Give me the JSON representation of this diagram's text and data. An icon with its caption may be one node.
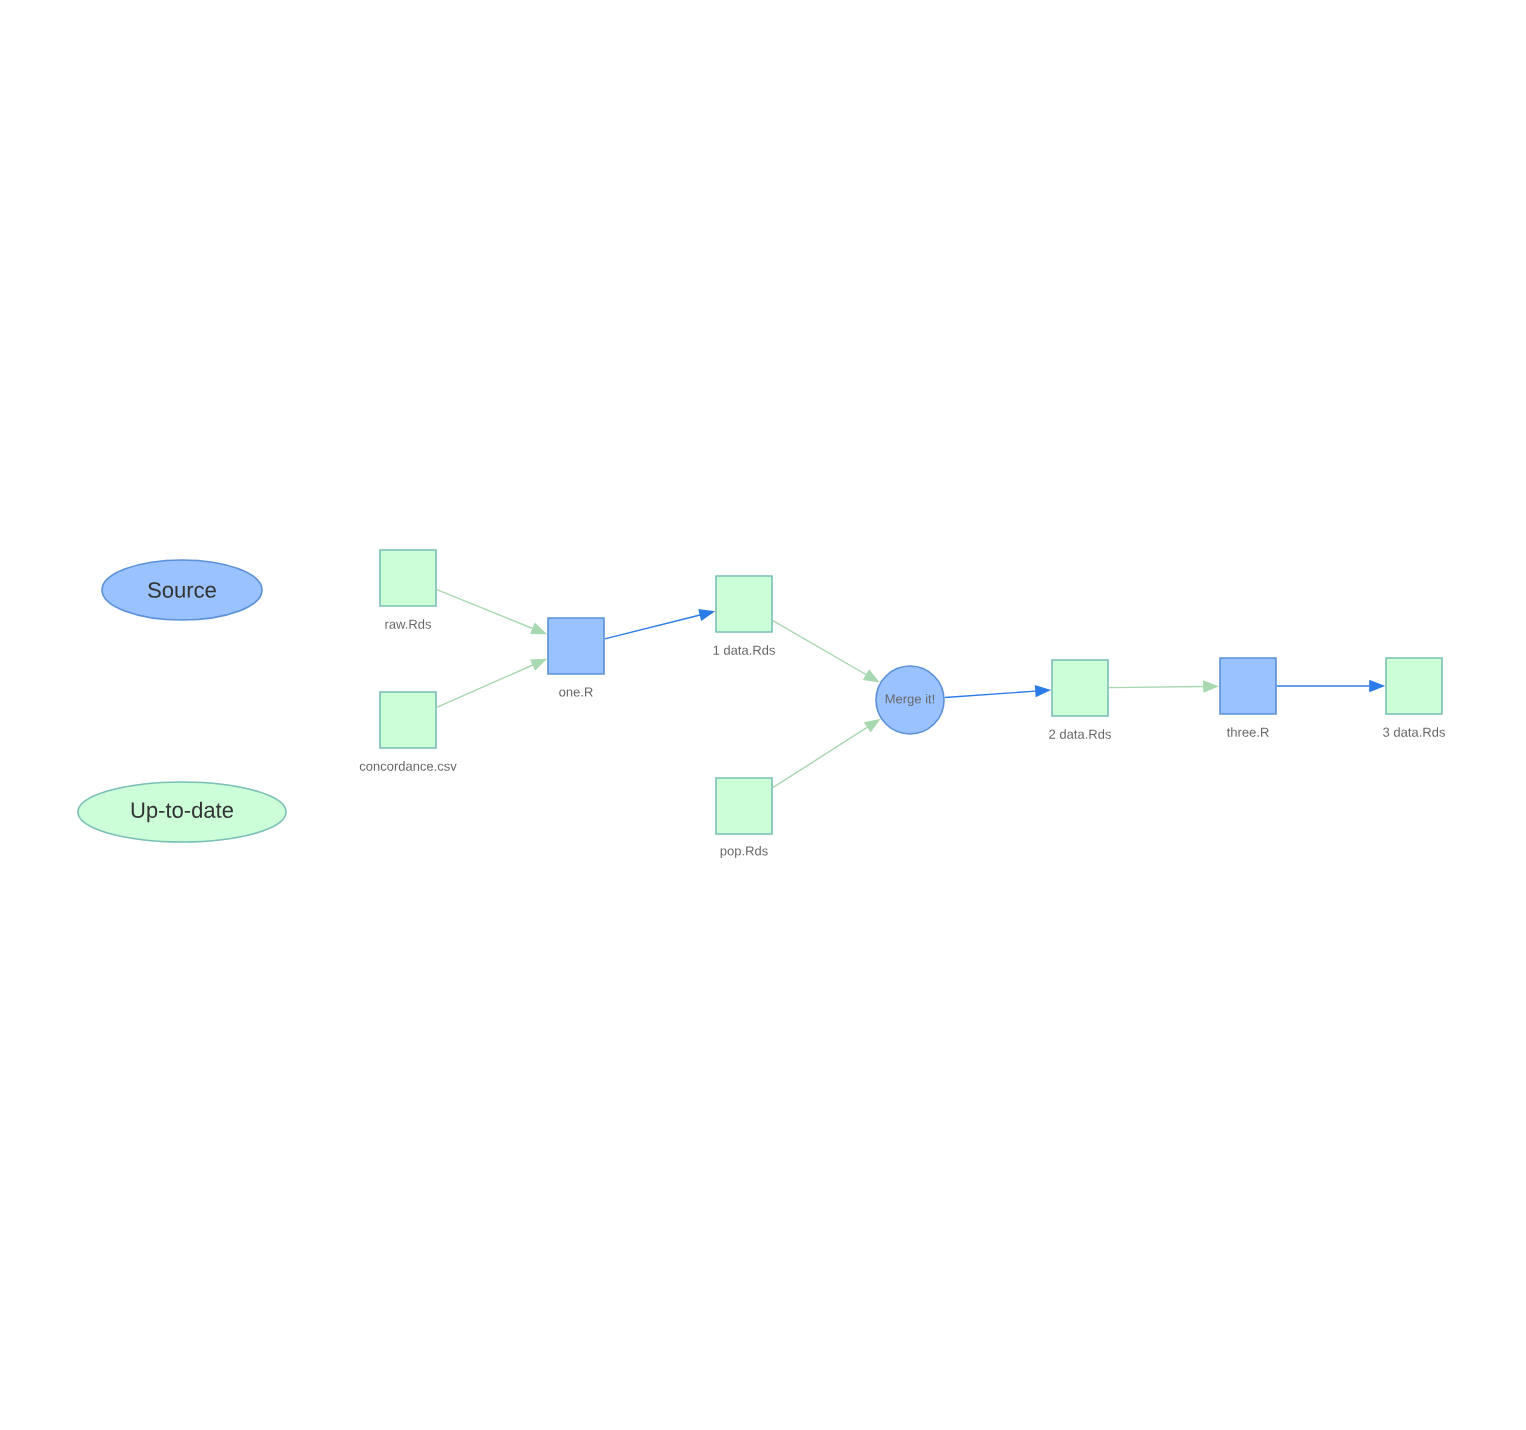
{
  "diagram": {
    "nodes": [
      {
        "text": [
          "raw.Rds"
        ]
      },
      {
        "text": [
          "concordance.csv"
        ]
      },
      {
        "text": [
          "one.R"
        ]
      },
      {
        "text": [
          "1 data.Rds"
        ]
      },
      {
        "text": [
          "pop.Rds"
        ]
      },
      {
        "text": [
          "Merge it!"
        ]
      },
      {
        "text": [
          "2 data.Rds"
        ]
      },
      {
        "text": [
          "three.R"
        ]
      },
      {
        "text": [
          "3 data.Rds"
        ]
      }
    ],
    "edges": [
      {
        "from": 0,
        "to": 2,
        "arrow": "to",
        "color": "#a8d8b0"
      },
      {
        "from": 1,
        "to": 2,
        "arrow": "to",
        "color": "#a8d8b0"
      },
      {
        "from": 2,
        "to": 3,
        "arrow": "to",
        "color": "#2b7ce9"
      },
      {
        "from": 3,
        "to": 5,
        "arrow": "to",
        "color": "#a8d8b0"
      },
      {
        "from": 4,
        "to": 5,
        "arrow": "to",
        "color": "#a8d8b0"
      },
      {
        "from": 5,
        "to": 6,
        "arrow": "to",
        "color": "#2b7ce9"
      },
      {
        "from": 6,
        "to": 7,
        "arrow": "to",
        "color": "#a8d8b0"
      },
      {
        "from": 7,
        "to": 8,
        "arrow": "to",
        "color": "#2b7ce9"
      }
    ],
    "legend": [
      {
        "text": "Source",
        "color": "#99c2ff"
      },
      {
        "text": "Up-to-date",
        "color": "#ccffd8"
      }
    ]
  }
}
